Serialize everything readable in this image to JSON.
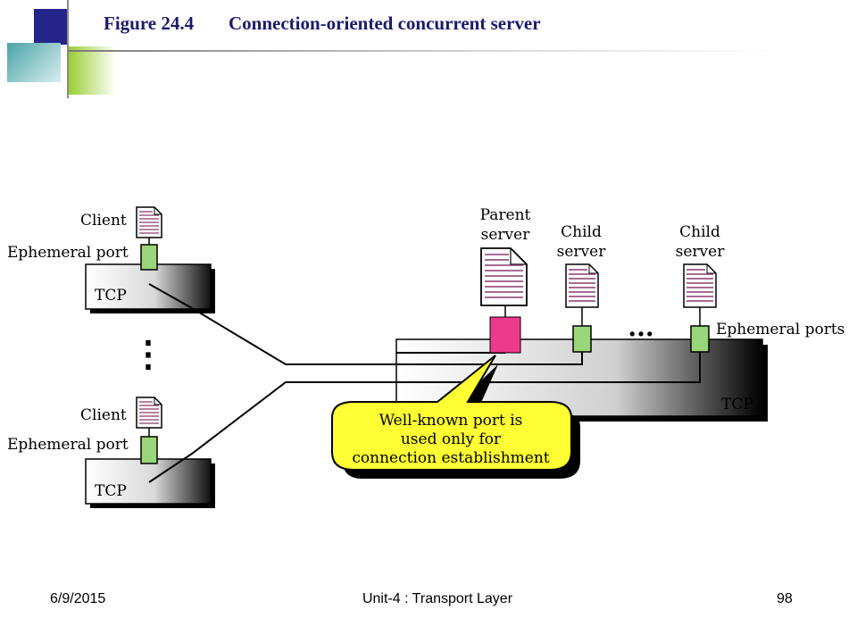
{
  "title": {
    "figure_number": "Figure 24.4",
    "caption": "Connection-oriented concurrent server"
  },
  "diagram": {
    "client_top": {
      "label": "Client",
      "port_label": "Ephemeral port",
      "tcp_label": "TCP"
    },
    "client_bottom": {
      "label": "Client",
      "port_label": "Ephemeral port",
      "tcp_label": "TCP"
    },
    "client_ellipsis": "⋮",
    "parent_server": {
      "line1": "Parent",
      "line2": "server"
    },
    "child_server_1": {
      "line1": "Child",
      "line2": "server"
    },
    "child_server_2": {
      "line1": "Child",
      "line2": "server"
    },
    "server_ellipsis": "...",
    "ephemeral_ports_label": "Ephemeral ports",
    "server_tcp_label": "TCP",
    "callout": {
      "line1": "Well-known port is",
      "line2": "used only for",
      "line3": "connection establishment"
    },
    "colors": {
      "well_known_port": "#ee3a8c",
      "ephemeral_port": "#99d67a",
      "callout_fill": "#ffff33",
      "document_lines": "#8a3a6e"
    }
  },
  "footer": {
    "date": "6/9/2015",
    "center": "Unit-4 : Transport Layer",
    "page": "98"
  }
}
